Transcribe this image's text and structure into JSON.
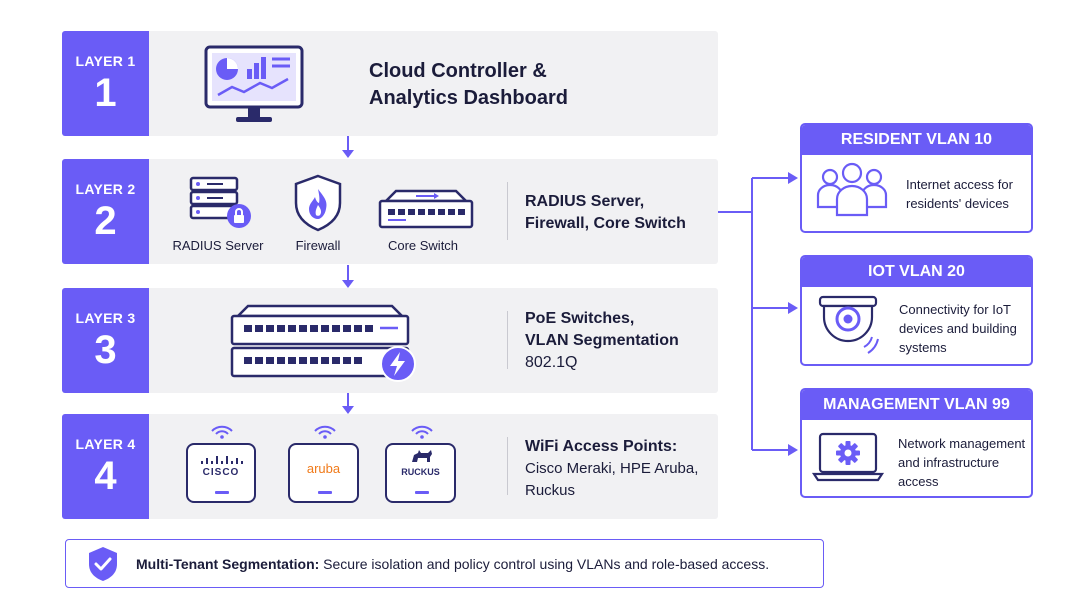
{
  "layers": [
    {
      "label": "LAYER 1",
      "number": "1",
      "title_line1": "Cloud Controller &",
      "title_line2": "Analytics Dashboard"
    },
    {
      "label": "LAYER 2",
      "number": "2",
      "captions": [
        "RADIUS Server",
        "Firewall",
        "Core Switch"
      ],
      "desc_line1": "RADIUS Server,",
      "desc_line2": "Firewall, Core Switch"
    },
    {
      "label": "LAYER 3",
      "number": "3",
      "desc_line1": "PoE Switches,",
      "desc_line2": "VLAN Segmentation",
      "desc_line3": "802.1Q"
    },
    {
      "label": "LAYER 4",
      "number": "4",
      "ap_brands": [
        "cisco",
        "aruba",
        "RUCKUS"
      ],
      "desc_line1": "WiFi Access Points:",
      "desc_line2": "Cisco Meraki, HPE Aruba,",
      "desc_line3": "Ruckus"
    }
  ],
  "vlans": [
    {
      "title": "RESIDENT VLAN 10",
      "line1": "Internet access for",
      "line2": "residents' devices",
      "icon": "users-icon"
    },
    {
      "title": "IOT VLAN 20",
      "line1": "Connectivity for IoT",
      "line2": "devices and building",
      "line3": "systems",
      "icon": "camera-icon"
    },
    {
      "title": "MANAGEMENT VLAN 99",
      "line1": "Network management",
      "line2": "and infrastructure",
      "line3": "access",
      "icon": "laptop-gear-icon"
    }
  ],
  "banner": {
    "bold": "Multi-Tenant Segmentation:",
    "text": " Secure isolation and policy control using VLANs and role-based access."
  },
  "colors": {
    "accent": "#6a5cf6",
    "panel": "#f1f1f3",
    "text": "#1b1c3a"
  }
}
